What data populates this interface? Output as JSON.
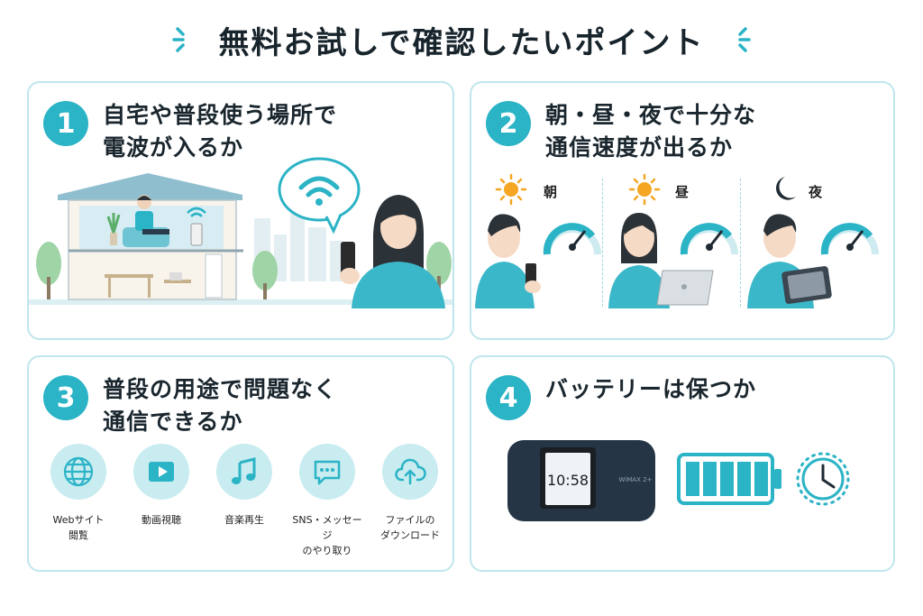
{
  "title": "無料お試しで確認したいポイント",
  "colors": {
    "accent": "#2bb3c6",
    "border": "#bfe6ec",
    "light": "#c8ecf0",
    "sun": "#f5a623"
  },
  "points": [
    {
      "num": "1",
      "line1": "自宅や普段使う場所で",
      "line2": "電波が入るか"
    },
    {
      "num": "2",
      "line1": "朝・昼・夜で十分な",
      "line2": "通信速度が出るか"
    },
    {
      "num": "3",
      "line1": "普段の用途で問題なく",
      "line2": "通信できるか"
    },
    {
      "num": "4",
      "line1": "バッテリーは保つか",
      "line2": ""
    }
  ],
  "times": [
    {
      "label": "朝",
      "icon": "sun-icon"
    },
    {
      "label": "昼",
      "icon": "sun-icon"
    },
    {
      "label": "夜",
      "icon": "moon-icon"
    }
  ],
  "usecases": [
    {
      "icon": "globe-icon",
      "label": "Webサイト\n閲覧"
    },
    {
      "icon": "play-icon",
      "label": "動画視聴"
    },
    {
      "icon": "music-note-icon",
      "label": "音楽再生"
    },
    {
      "icon": "chat-bubble-icon",
      "label": "SNS・メッセージ\nのやり取り"
    },
    {
      "icon": "cloud-upload-icon",
      "label": "ファイルの\nダウンロード"
    }
  ],
  "router": {
    "time": "10:58",
    "brand": "WiMAX 2+"
  },
  "battery_level": 1.0
}
